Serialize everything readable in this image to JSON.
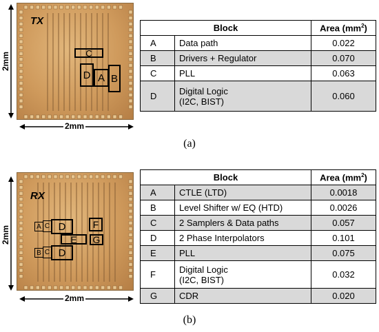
{
  "panel_a": {
    "chip_label": "TX",
    "dimension_horizontal": "2mm",
    "dimension_vertical": "2mm",
    "die_blocks": [
      {
        "label": "A"
      },
      {
        "label": "B"
      },
      {
        "label": "C"
      },
      {
        "label": "D"
      }
    ],
    "table": {
      "header_block": "Block",
      "header_area": "Area (mm",
      "header_area_sup": "2",
      "header_area_close": ")",
      "rows": [
        {
          "letter": "A",
          "name": "Data path",
          "area": "0.022"
        },
        {
          "letter": "B",
          "name": "Drivers + Regulator",
          "area": "0.070"
        },
        {
          "letter": "C",
          "name": "PLL",
          "area": "0.063"
        },
        {
          "letter": "D",
          "name": "Digital Logic",
          "name2": "(I2C, BIST)",
          "area": "0.060"
        }
      ]
    },
    "caption": "(a)"
  },
  "panel_b": {
    "chip_label": "RX",
    "dimension_horizontal": "2mm",
    "dimension_vertical": "2mm",
    "die_blocks": [
      {
        "label": "A"
      },
      {
        "label": "C"
      },
      {
        "label": "D"
      },
      {
        "label": "F"
      },
      {
        "label": "E"
      },
      {
        "label": "G"
      },
      {
        "label": "B"
      },
      {
        "label": "C"
      },
      {
        "label": "D"
      }
    ],
    "table": {
      "header_block": "Block",
      "header_area": "Area (mm",
      "header_area_sup": "2",
      "header_area_close": ")",
      "rows": [
        {
          "letter": "A",
          "name": "CTLE (LTD)",
          "area": "0.0018"
        },
        {
          "letter": "B",
          "name": "Level Shifter w/ EQ (HTD)",
          "area": "0.0026"
        },
        {
          "letter": "C",
          "name": "2 Samplers & Data paths",
          "area": "0.057"
        },
        {
          "letter": "D",
          "name": "2 Phase Interpolators",
          "area": "0.101"
        },
        {
          "letter": "E",
          "name": "PLL",
          "area": "0.075"
        },
        {
          "letter": "F",
          "name": "Digital Logic",
          "name2": "(I2C, BIST)",
          "area": "0.032"
        },
        {
          "letter": "G",
          "name": "CDR",
          "area": "0.020"
        }
      ]
    },
    "caption": "(b)"
  },
  "colors": {
    "die_base": "#cf9a5c",
    "die_trace": "#8a6238",
    "pad": "#e8c690",
    "table_shade": "#d9d9d9"
  }
}
